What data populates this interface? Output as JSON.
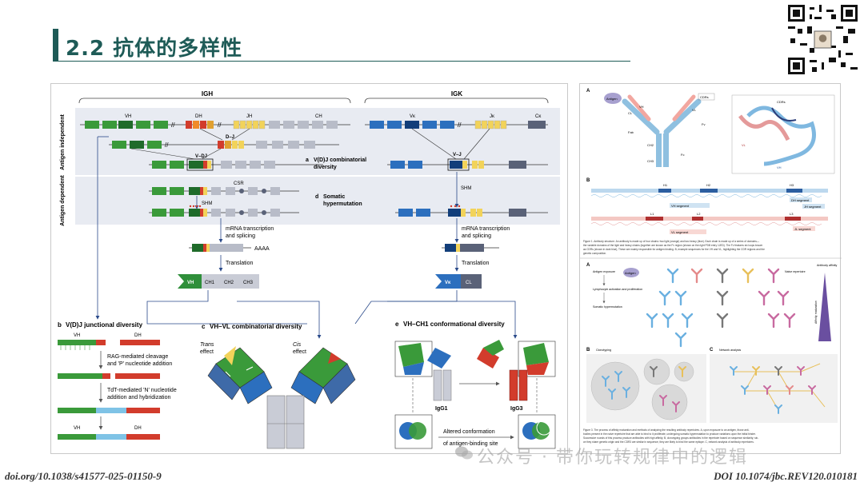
{
  "header": {
    "title": "2.2 抗体的多样性"
  },
  "left_figure": {
    "igh": "IGH",
    "igk": "IGK",
    "antigen_independent": "Antigen independent",
    "antigen_dependent": "Antigen dependent",
    "vh": "VH",
    "dh": "DH",
    "jh": "JH",
    "ch": "CH",
    "vk": "Vκ",
    "jk": "Jκ",
    "ck": "Cκ",
    "dj": "D–J",
    "vdj": "V–DJ",
    "vj": "V–J",
    "panel_a_letter": "a",
    "panel_a_label": "V(D)J combinatorial",
    "panel_a_label2": "diversity",
    "csr": "CSR",
    "shm": "SHM",
    "panel_d_letter": "d",
    "panel_d_label": "Somatic",
    "panel_d_label2": "hypermutation",
    "mrna_1": "mRNA transcription",
    "mrna_2": "and splicing",
    "aaaa": "AAAA",
    "translation": "Translation",
    "ch1": "CH1",
    "ch2": "CH2",
    "ch3": "CH3",
    "vk_box": "Vκ",
    "cl": "CL",
    "panel_b_letter": "b",
    "panel_b_label": "V(D)J junctional diversity",
    "rag_1": "RAG-mediated cleavage",
    "rag_2": "and 'P' nucleotide addition",
    "tdt_1": "TdT-mediated 'N' nucleotide",
    "tdt_2": "addition and hybridization",
    "panel_c_letter": "c",
    "panel_c_label": "VH–VL combinatorial diversity",
    "trans_1": "Trans",
    "trans_2": "effect",
    "cis_1": "Cis",
    "cis_2": "effect",
    "panel_e_letter": "e",
    "panel_e_label": "VH–CH1 conformational diversity",
    "igg1": "IgG1",
    "igg3": "IgG3",
    "altered_1": "Altered conformation",
    "altered_2": "of antigen-binding site"
  },
  "right_figure": {
    "A": "A",
    "B": "B",
    "C": "C",
    "antigen": "Antigen",
    "cdrs": "CDRs",
    "vh": "VH",
    "vl": "VL",
    "cl": "CL",
    "fab": "Fab",
    "fv": "Fv",
    "fc": "Fc",
    "ch2": "CH2",
    "ch3": "CH3",
    "ch1": "CH1",
    "h1": "H1",
    "h2": "H2",
    "h3": "H3",
    "l1": "L1",
    "l2": "L2",
    "l3": "L3",
    "vh_segment": "VH segment",
    "dh_segment": "DH segment",
    "jh_segment": "JH segment",
    "vl_segment": "VL segment",
    "jl_segment": "JL segment",
    "caption_1": "Figure 1. Antibody structure. An antibody is made up of four chains: two light (orange) and two heavy (blue). Each chain is made up of a series of domains—",
    "caption_2": "the variable domains of the light and heavy chains (together are known as the Fv region (shown on the right PDB entry 1JED). The Fv features six loops known",
    "caption_3": "as CDRs (shown in dark blue), These are mainly responsible for antigen binding. B, example sequences for the VH and VL, highlighting the CDR regions and the",
    "caption_4": "genetic composition.",
    "antigen_exposure": "Antigen exposure",
    "lymphocyte": "Lymphocyte activation and proliferation",
    "somatic": "Somatic hypermutation",
    "naive": "Naive repertoire",
    "affinity": "Antibody affinity",
    "affinity_maturation": "Affinity maturation",
    "clonotyping": "Clonotyping",
    "network": "Network analysis",
    "caption2_1": "Figure 3. The process of affinity maturation and methods of analyzing the resulting antibody repertoires. A, upon exposure to an antigen, those anti-",
    "caption2_2": "bodies present in the naive repertoire that are able to bind to it proliferate, undergoing somatic hypermutation to produce variations upon the initial binder.",
    "caption2_3": "Successive rounds of this process produce antibodies with high affinity. B, clonotyping groups antibodies in the repertoire based on sequence similarity; sin-",
    "caption2_4": "ce they share genetic origin and the CDR3 are similar in sequence, they are likely to bind the same epitope. C, network analysis of antibody repertoires."
  },
  "footer": {
    "doi_left": "doi.org/10.1038/s41577-025-01150-9",
    "doi_right": "DOI 10.1074/jbc.REV120.010181",
    "watermark": "公众号 · 带你玩转规律中的逻辑"
  },
  "colors": {
    "accent": "#1e5b57",
    "green": "#3a9a3a",
    "blue": "#2c6fbe",
    "yellow": "#f2d35a",
    "red": "#d23c2c",
    "gray": "#b8bcc8"
  }
}
